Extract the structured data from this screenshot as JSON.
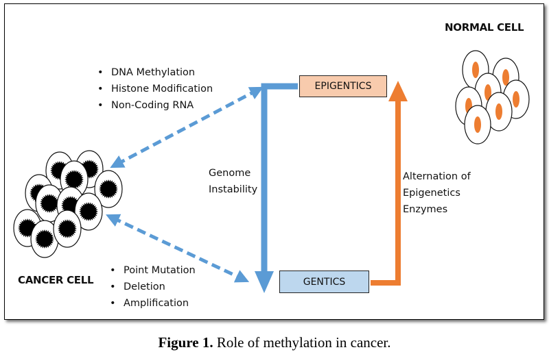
{
  "figure": {
    "caption_label": "Figure 1.",
    "caption_text": " Role of methylation in cancer."
  },
  "cells": {
    "normal_label": "NORMAL CELL",
    "cancer_label": "CANCER CELL",
    "normal_nucleus_color": "#ED7D31",
    "cancer_nucleus_color": "#000000"
  },
  "epigenetic_factors": [
    "DNA Methylation",
    "Histone Modification",
    "Non-Coding RNA"
  ],
  "genetic_factors": [
    "Point Mutation",
    "Deletion",
    "Amplification"
  ],
  "boxes": {
    "epigenetics": {
      "label": "EPIGENTICS",
      "color": "#F8CBAD"
    },
    "genetics": {
      "label": "GENTICS",
      "color": "#BDD7EE"
    }
  },
  "arrows": {
    "down_label_line1": "Genome",
    "down_label_line2": "Instability",
    "up_label_line1": "Alternation of",
    "up_label_line2": "Epigenetics",
    "up_label_line3": "Enzymes",
    "blue": "#5B9BD5",
    "orange": "#ED7D31"
  }
}
